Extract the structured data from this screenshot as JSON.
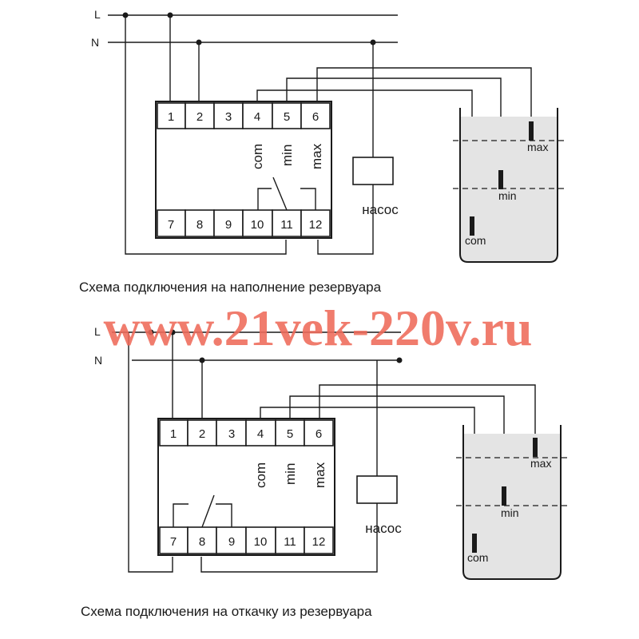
{
  "line_labels": {
    "L": "L",
    "N": "N"
  },
  "terminals_top": [
    "1",
    "2",
    "3",
    "4",
    "5",
    "6"
  ],
  "terminals_bottom": [
    "7",
    "8",
    "9",
    "10",
    "11",
    "12"
  ],
  "input_labels": {
    "com": "com",
    "min": "min",
    "max": "max"
  },
  "pump_label": "насос",
  "tank_labels": {
    "max": "max",
    "min": "min",
    "com": "com"
  },
  "captions": {
    "fill": "Схема подключения на наполнение резервуара",
    "drain": "Схема подключения на откачку из  резервуара"
  },
  "watermark": "www.21vek-220v.ru"
}
